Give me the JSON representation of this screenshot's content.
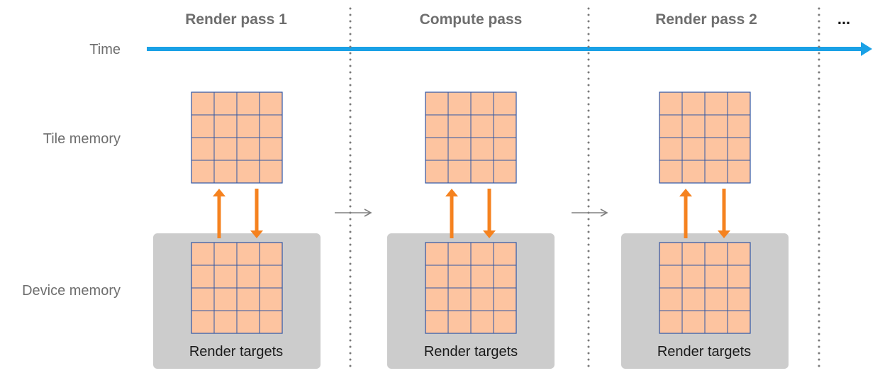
{
  "row_labels": {
    "time": "Time",
    "tile_memory": "Tile memory",
    "device_memory": "Device memory"
  },
  "passes": [
    {
      "title": "Render pass 1",
      "box_label": "Render targets"
    },
    {
      "title": "Compute pass",
      "box_label": "Render targets"
    },
    {
      "title": "Render pass 2",
      "box_label": "Render targets"
    }
  ],
  "more_indicator": "...",
  "colors": {
    "timeline": "#1aa1e6",
    "tile_fill": "#fdc4a0",
    "grid_line": "#2f56a6",
    "transfer_arrow": "#f5821f",
    "device_box": "#cccccc",
    "separator": "#7a7a7a",
    "flow_arrow": "#808080",
    "label_text": "#6e6e6e"
  }
}
